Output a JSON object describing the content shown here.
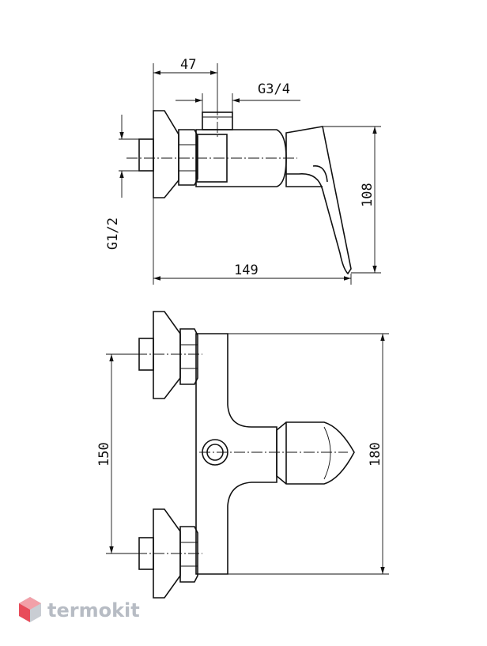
{
  "dimensions": {
    "top_view": {
      "width_47": "47",
      "outlet_thread": "G3/4",
      "inlet_thread": "G1/2",
      "height_108": "108",
      "length_149": "149"
    },
    "front_view": {
      "spacing_150": "150",
      "height_180": "180"
    }
  },
  "watermark": {
    "brand": "termokit",
    "logo_colors": [
      "#f2a0a8",
      "#e84c5a",
      "#c9cdd3"
    ],
    "text_color": "#b7bcc4"
  },
  "colors": {
    "line": "#111111",
    "background": "#ffffff"
  }
}
